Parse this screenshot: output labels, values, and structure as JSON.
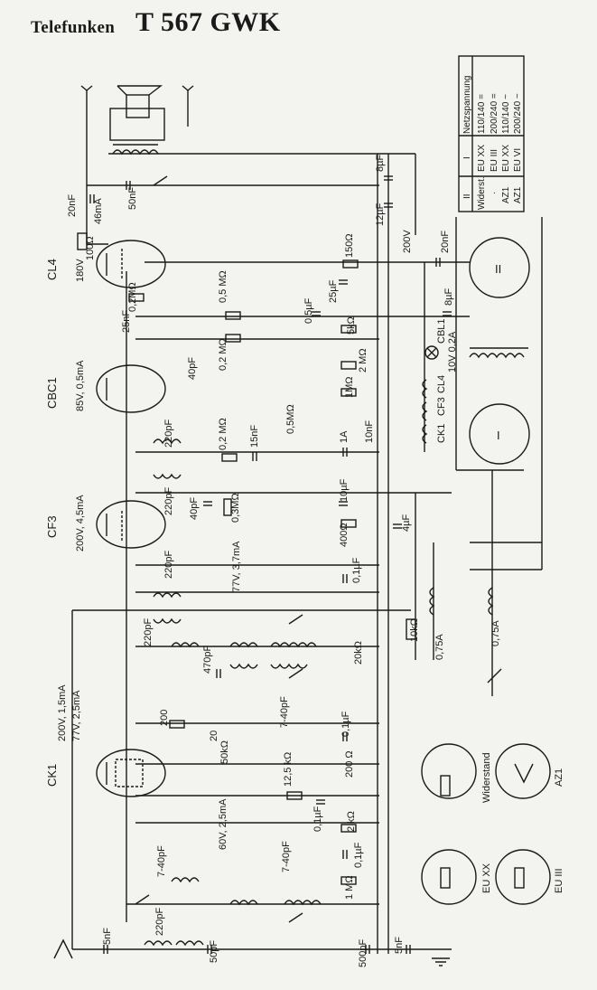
{
  "title": {
    "brand": "Telefunken",
    "model": "T 567 GWK"
  },
  "tubes": [
    {
      "id": "CL4",
      "label": "CL4",
      "rating": "180V"
    },
    {
      "id": "CBC1",
      "label": "CBC1",
      "rating": "85V, 0,5mA"
    },
    {
      "id": "CF3",
      "label": "CF3",
      "rating": "200V, 4,5mA"
    },
    {
      "id": "CK1",
      "label": "CK1",
      "rating": "200V, 1,5mA",
      "rating2": "77V, 2,5mA"
    }
  ],
  "rectifiers": [
    {
      "label": "II"
    },
    {
      "label": "I"
    }
  ],
  "voltage_table": {
    "header": [
      "Netzspannung",
      "I",
      "II"
    ],
    "rows": [
      [
        "110/140 =",
        "EU XX",
        "Widerst."
      ],
      [
        "200/240 =",
        "EU III",
        "·"
      ],
      [
        "110/140 ~",
        "EU XX",
        "AZ1"
      ],
      [
        "200/240 ~",
        "EU VI",
        "AZ1"
      ]
    ]
  },
  "sockets": [
    {
      "label": "Widerstand"
    },
    {
      "label": "AZ1"
    },
    {
      "label": "EU XX"
    },
    {
      "label": "EU III"
    }
  ],
  "components": {
    "c20nf": "20nF",
    "ma46": "46mA",
    "c50nf_top": "50nF",
    "c8uf": "8µF",
    "c12uf": "12µF",
    "v200": "200V",
    "c20nf_r": "20nF",
    "r100": "100Ω",
    "r150": "150Ω",
    "c25uf": "25µF",
    "r02m": "0,2MΩ",
    "r05m": "0,5 MΩ",
    "c05uf": "0,5µF",
    "r5k": "5kΩ",
    "c8uf_r": "8µF",
    "c25nf": "25nF",
    "r02m2": "0,2 MΩ",
    "c40pf": "40pF",
    "r2m": "2 MΩ",
    "r1m": "1MΩ",
    "cbl": "CBL1",
    "cbl_rating": "10V 0,2A",
    "ck1coil": "CK1",
    "cf3coil": "CF3",
    "cl4coil": "CL4",
    "c220a": "220pF",
    "r02m3": "0,2 MΩ",
    "c15nf": "15nF",
    "p05m": "0,5MΩ",
    "fuse": "1A",
    "c10nf": "10nF",
    "c220b": "220pF",
    "c40pf_b": "40pF",
    "r03m": "0,3MΩ",
    "c10uf": "10µF",
    "r400": "400Ω",
    "c4uf": "4µF",
    "rail77": "77V, 3,7mA",
    "c220c": "220pF",
    "c01uf": "0,1µF",
    "c220d": "220pF",
    "c470pf": "470pF",
    "r20k": "20kΩ",
    "r10k": "10kΩ",
    "f075a": "0,75A",
    "f075a2": "0,75A",
    "r200": "200",
    "c20": "20",
    "c740": "7-40pF",
    "c01uf_b": "0,1µF",
    "p50k": "50kΩ",
    "r125k": "12,5 kΩ",
    "r200b": "200 Ω",
    "rail60": "60V, 2,5mA",
    "c01uf_c": "0,1µF",
    "r2k": "2 kΩ",
    "c740b": "7-40pF",
    "c740c": "7-40pF",
    "c01uf_d": "0,1µF",
    "r1m_b": "1 MΩ",
    "c5nf": "5nF",
    "c220e": "220pF",
    "c50pf": "50pF",
    "c500pf": "500pF",
    "c5nf_b": "5nF"
  }
}
